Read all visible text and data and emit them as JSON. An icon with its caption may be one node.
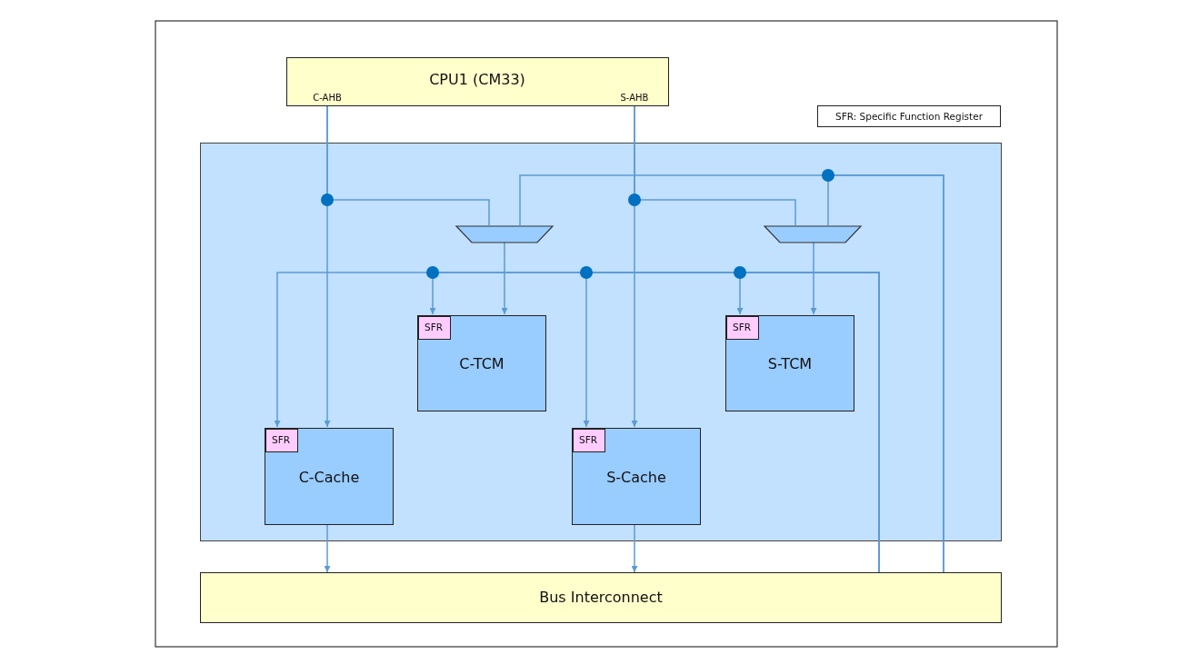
{
  "diagram": {
    "nodes": [
      {
        "text": [
          "CPU1 (CM33)",
          "C-AHB",
          "S-AHB"
        ]
      },
      {
        "text": [
          "SFR: Specific Function Register"
        ]
      },
      {
        "text": [],
        "shape": "box"
      },
      {
        "text": [],
        "shape": "trapezoid",
        "in": 2
      },
      {
        "text": [],
        "shape": "trapezoid",
        "in": 2
      },
      {
        "text": [
          "C-TCM"
        ],
        "in": 2
      },
      {
        "text": [
          "SFR"
        ],
        "in": 5
      },
      {
        "text": [
          "S-TCM"
        ],
        "in": 2
      },
      {
        "text": [
          "SFR"
        ],
        "in": 7
      },
      {
        "text": [
          "C-Cache"
        ],
        "in": 2
      },
      {
        "text": [
          "SFR"
        ],
        "in": 9
      },
      {
        "text": [
          "S-Cache"
        ],
        "in": 2
      },
      {
        "text": [
          "SFR"
        ],
        "in": 11
      },
      {
        "text": [
          "Bus Interconnect"
        ]
      }
    ],
    "edges": [
      {
        "from": 0,
        "to": 9,
        "arrow": "to"
      },
      {
        "from": 0,
        "to": 3,
        "arrow": "none"
      },
      {
        "from": 0,
        "to": 11,
        "arrow": "to"
      },
      {
        "from": 0,
        "to": 4,
        "arrow": "none"
      },
      {
        "from": 13,
        "to": 3,
        "arrow": "none"
      },
      {
        "from": 13,
        "to": 4,
        "arrow": "none"
      },
      {
        "from": 3,
        "to": 5,
        "arrow": "to"
      },
      {
        "from": 4,
        "to": 7,
        "arrow": "to"
      },
      {
        "from": 13,
        "to": 10,
        "arrow": "to"
      },
      {
        "from": 13,
        "to": 6,
        "arrow": "to"
      },
      {
        "from": 13,
        "to": 12,
        "arrow": "to"
      },
      {
        "from": 13,
        "to": 8,
        "arrow": "to"
      },
      {
        "from": 9,
        "to": 13,
        "arrow": "to"
      },
      {
        "from": 11,
        "to": 13,
        "arrow": "to"
      }
    ]
  }
}
